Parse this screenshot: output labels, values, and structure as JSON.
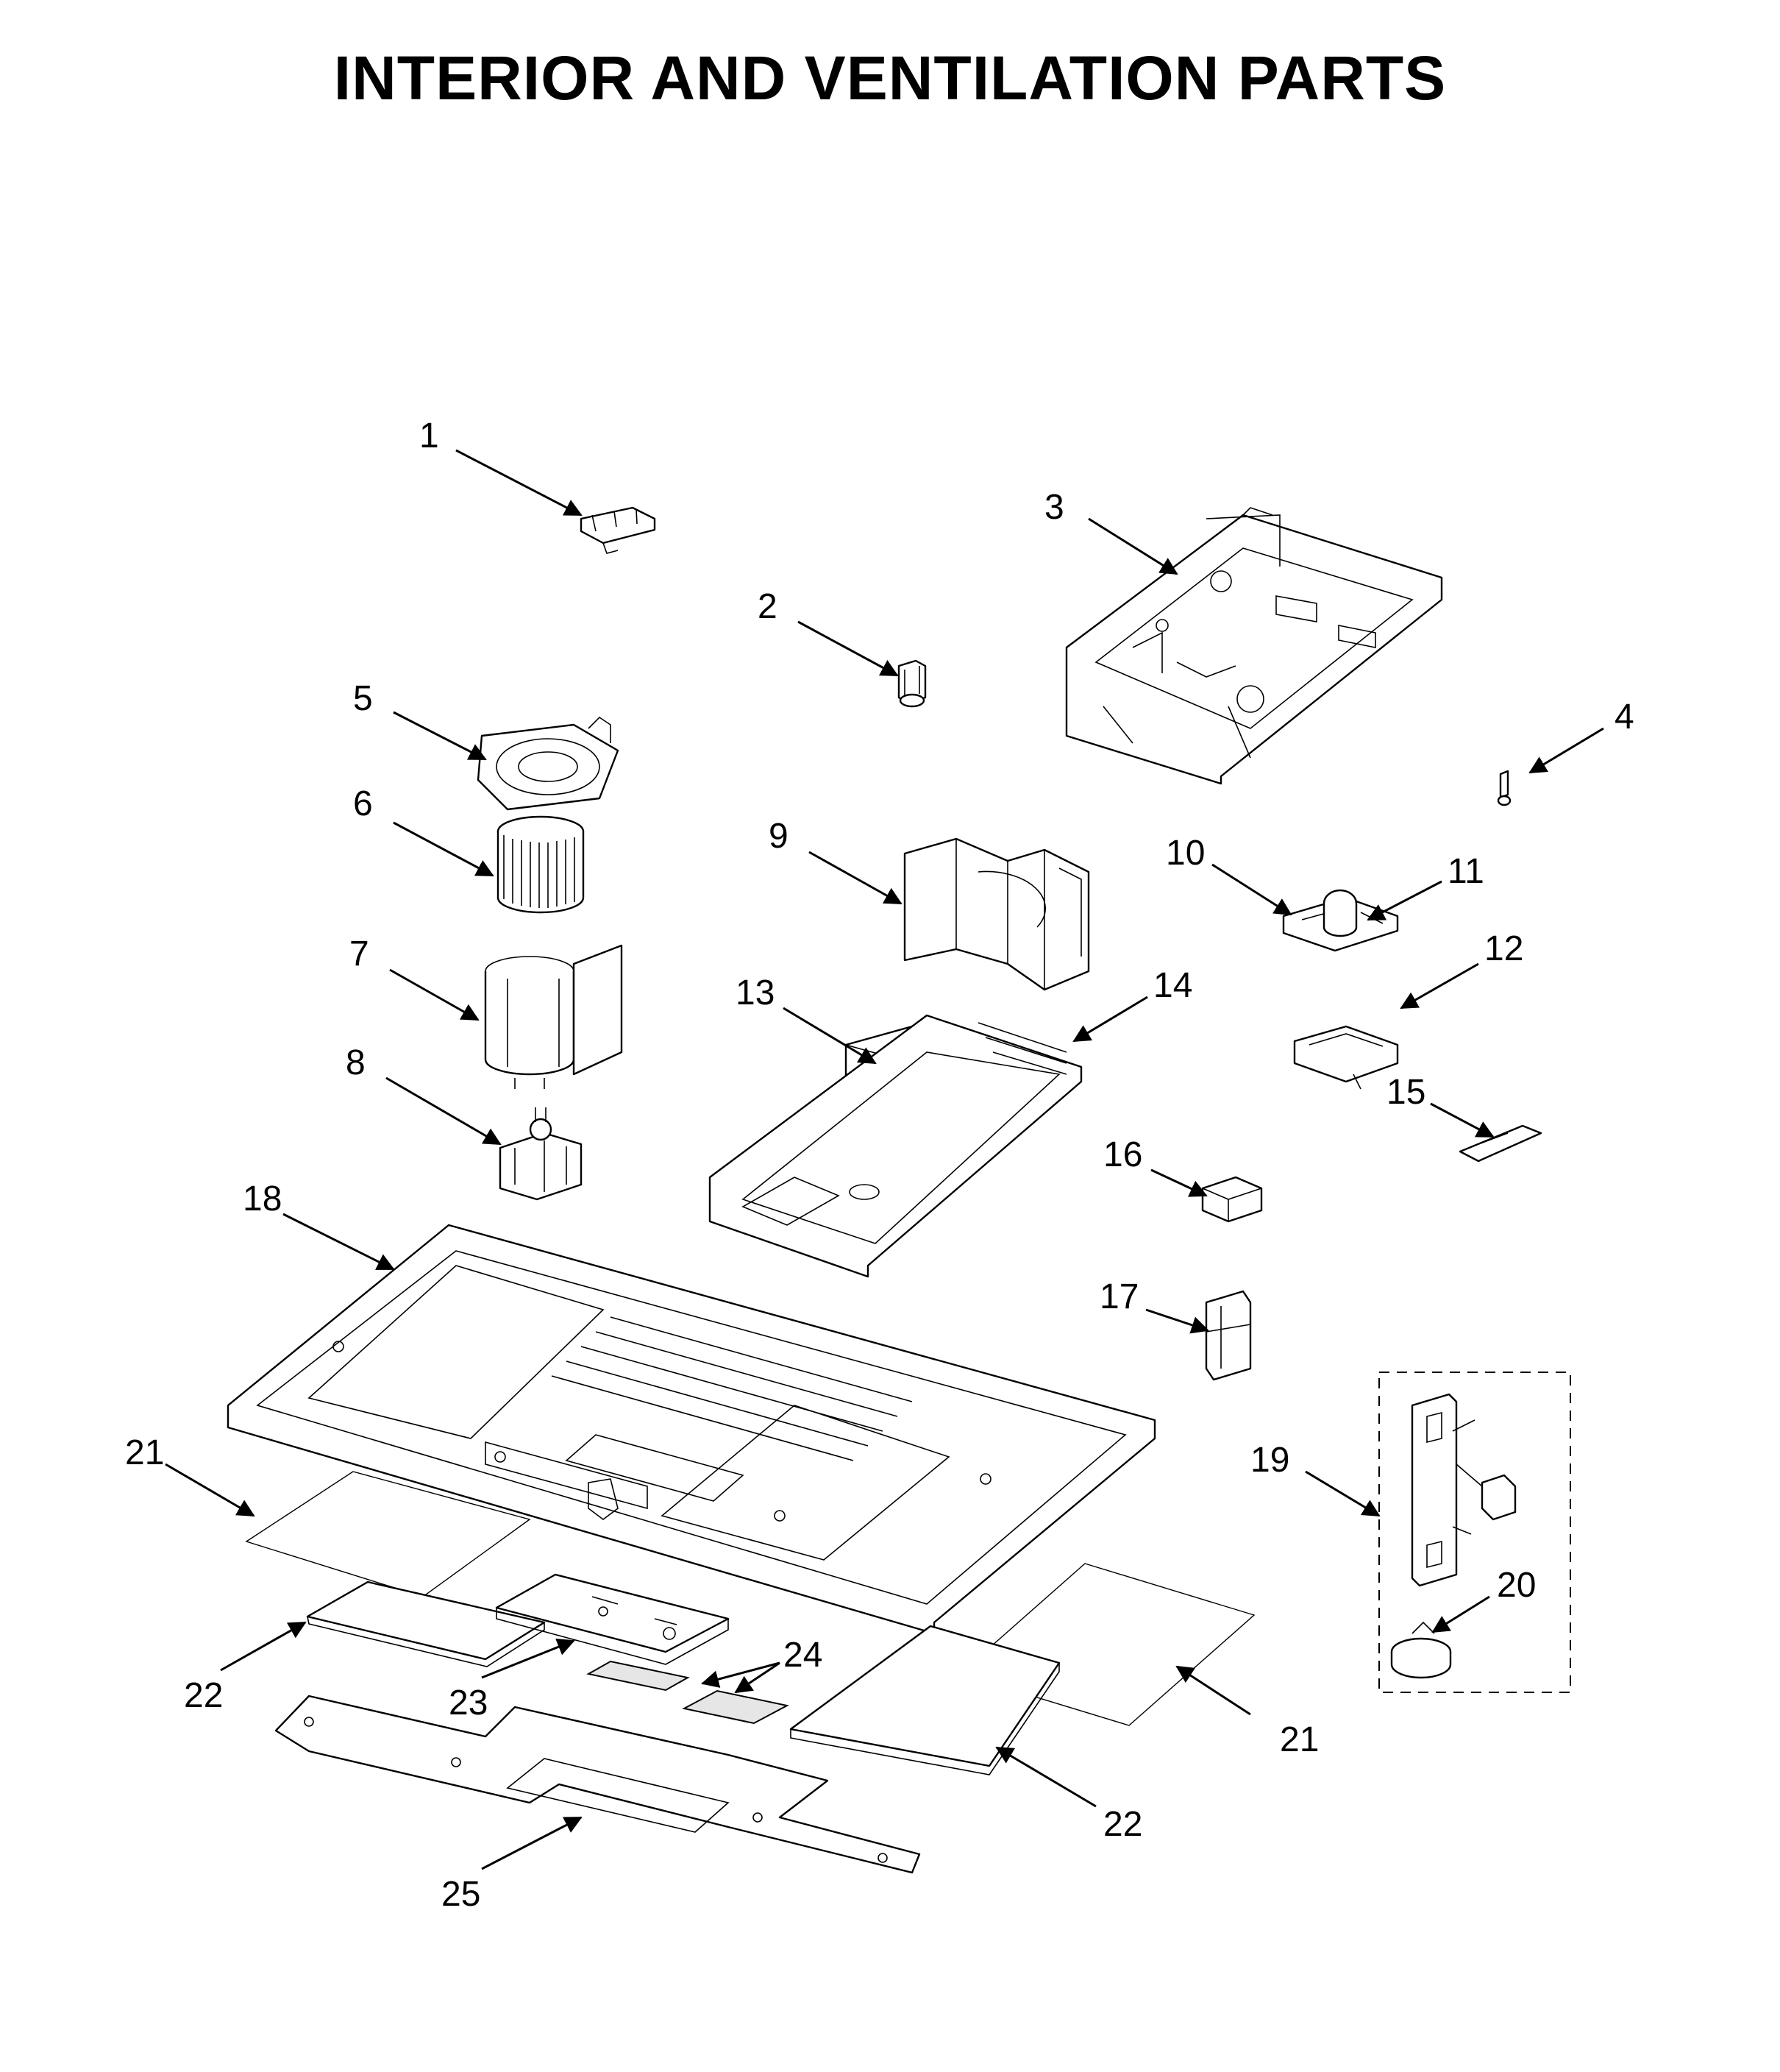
{
  "title": "INTERIOR AND VENTILATION PARTS",
  "callouts": [
    {
      "id": "c1",
      "label": "1"
    },
    {
      "id": "c2",
      "label": "2"
    },
    {
      "id": "c3",
      "label": "3"
    },
    {
      "id": "c4",
      "label": "4"
    },
    {
      "id": "c5",
      "label": "5"
    },
    {
      "id": "c6",
      "label": "6"
    },
    {
      "id": "c7",
      "label": "7"
    },
    {
      "id": "c8",
      "label": "8"
    },
    {
      "id": "c9",
      "label": "9"
    },
    {
      "id": "c10",
      "label": "10"
    },
    {
      "id": "c11",
      "label": "11"
    },
    {
      "id": "c12",
      "label": "12"
    },
    {
      "id": "c13",
      "label": "13"
    },
    {
      "id": "c14",
      "label": "14"
    },
    {
      "id": "c15",
      "label": "15"
    },
    {
      "id": "c16",
      "label": "16"
    },
    {
      "id": "c17",
      "label": "17"
    },
    {
      "id": "c18",
      "label": "18"
    },
    {
      "id": "c19",
      "label": "19"
    },
    {
      "id": "c20",
      "label": "20"
    },
    {
      "id": "c21a",
      "label": "21"
    },
    {
      "id": "c21b",
      "label": "21"
    },
    {
      "id": "c22a",
      "label": "22"
    },
    {
      "id": "c22b",
      "label": "22"
    },
    {
      "id": "c23",
      "label": "23"
    },
    {
      "id": "c24",
      "label": "24"
    },
    {
      "id": "c25",
      "label": "25"
    }
  ]
}
